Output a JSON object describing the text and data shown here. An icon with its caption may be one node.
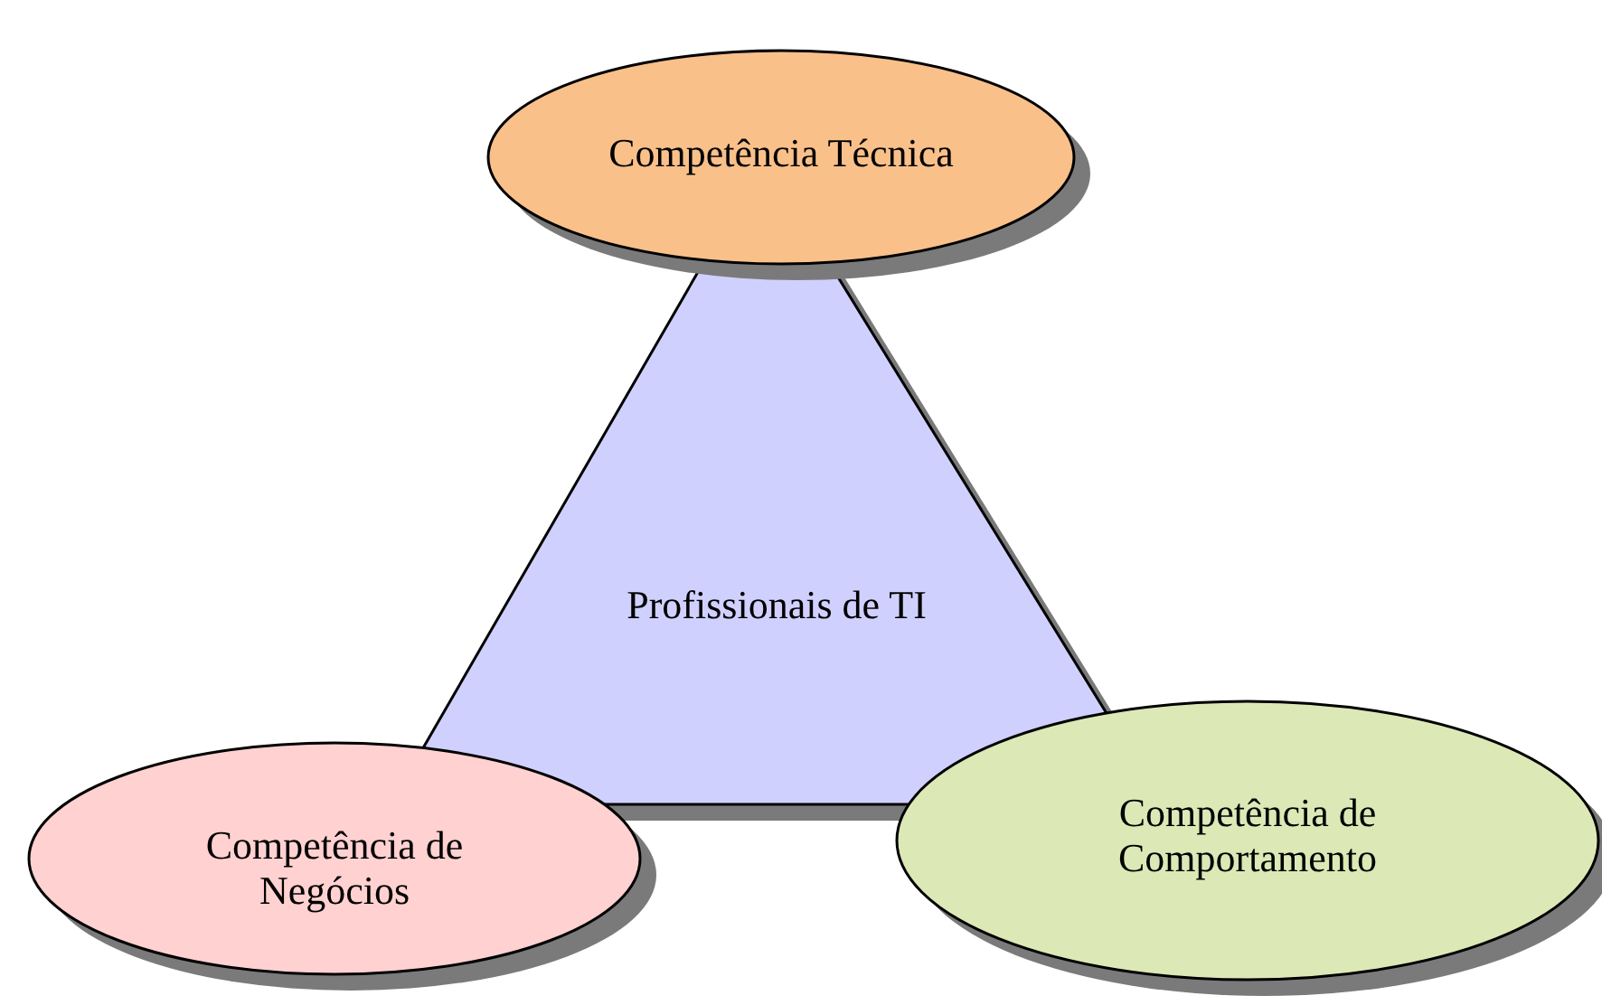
{
  "diagram": {
    "nodes": [
      {
        "text": [
          "Competência Técnica"
        ]
      },
      {
        "text": [
          "Profissionais de TI"
        ]
      },
      {
        "text": [
          "Competência de Negócios"
        ]
      },
      {
        "text": [
          "Competência de Comportamento"
        ]
      }
    ]
  }
}
